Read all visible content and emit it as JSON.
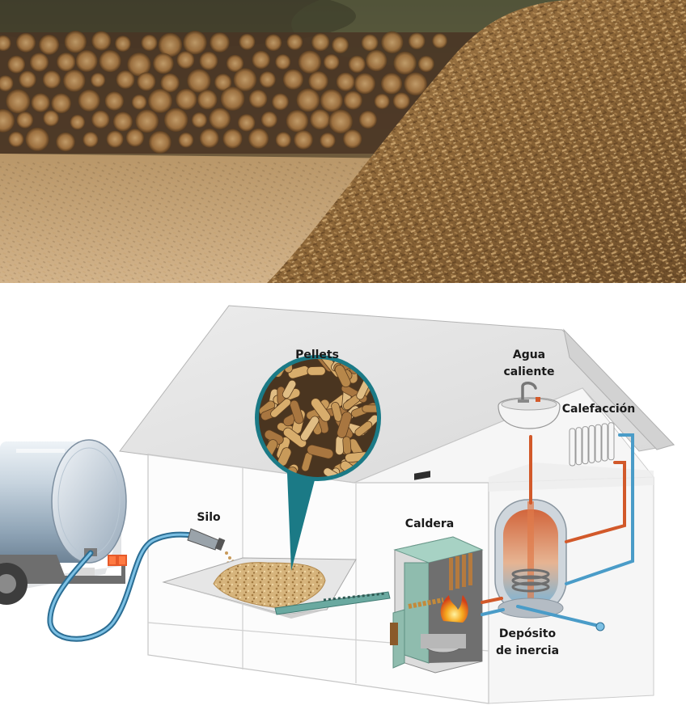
{
  "photo": {
    "subject": "wood-chips-and-logs-photo"
  },
  "diagram": {
    "labels": {
      "pellets": "Pellets",
      "agua_line1": "Agua",
      "agua_line2": "caliente",
      "calefaccion": "Calefacción",
      "silo": "Silo",
      "caldera": "Caldera",
      "deposito_line1": "Depósito",
      "deposito_line2": "de inercia"
    },
    "colors": {
      "hot_pipe": "#d2592a",
      "cold_pipe": "#4a9cc8",
      "house_wall": "#f2f2f2",
      "roof": "#e4e4e4",
      "pellet": "#c89a5a",
      "tank_body": "#b8c7d3",
      "boiler_green": "#8fbcae"
    }
  }
}
